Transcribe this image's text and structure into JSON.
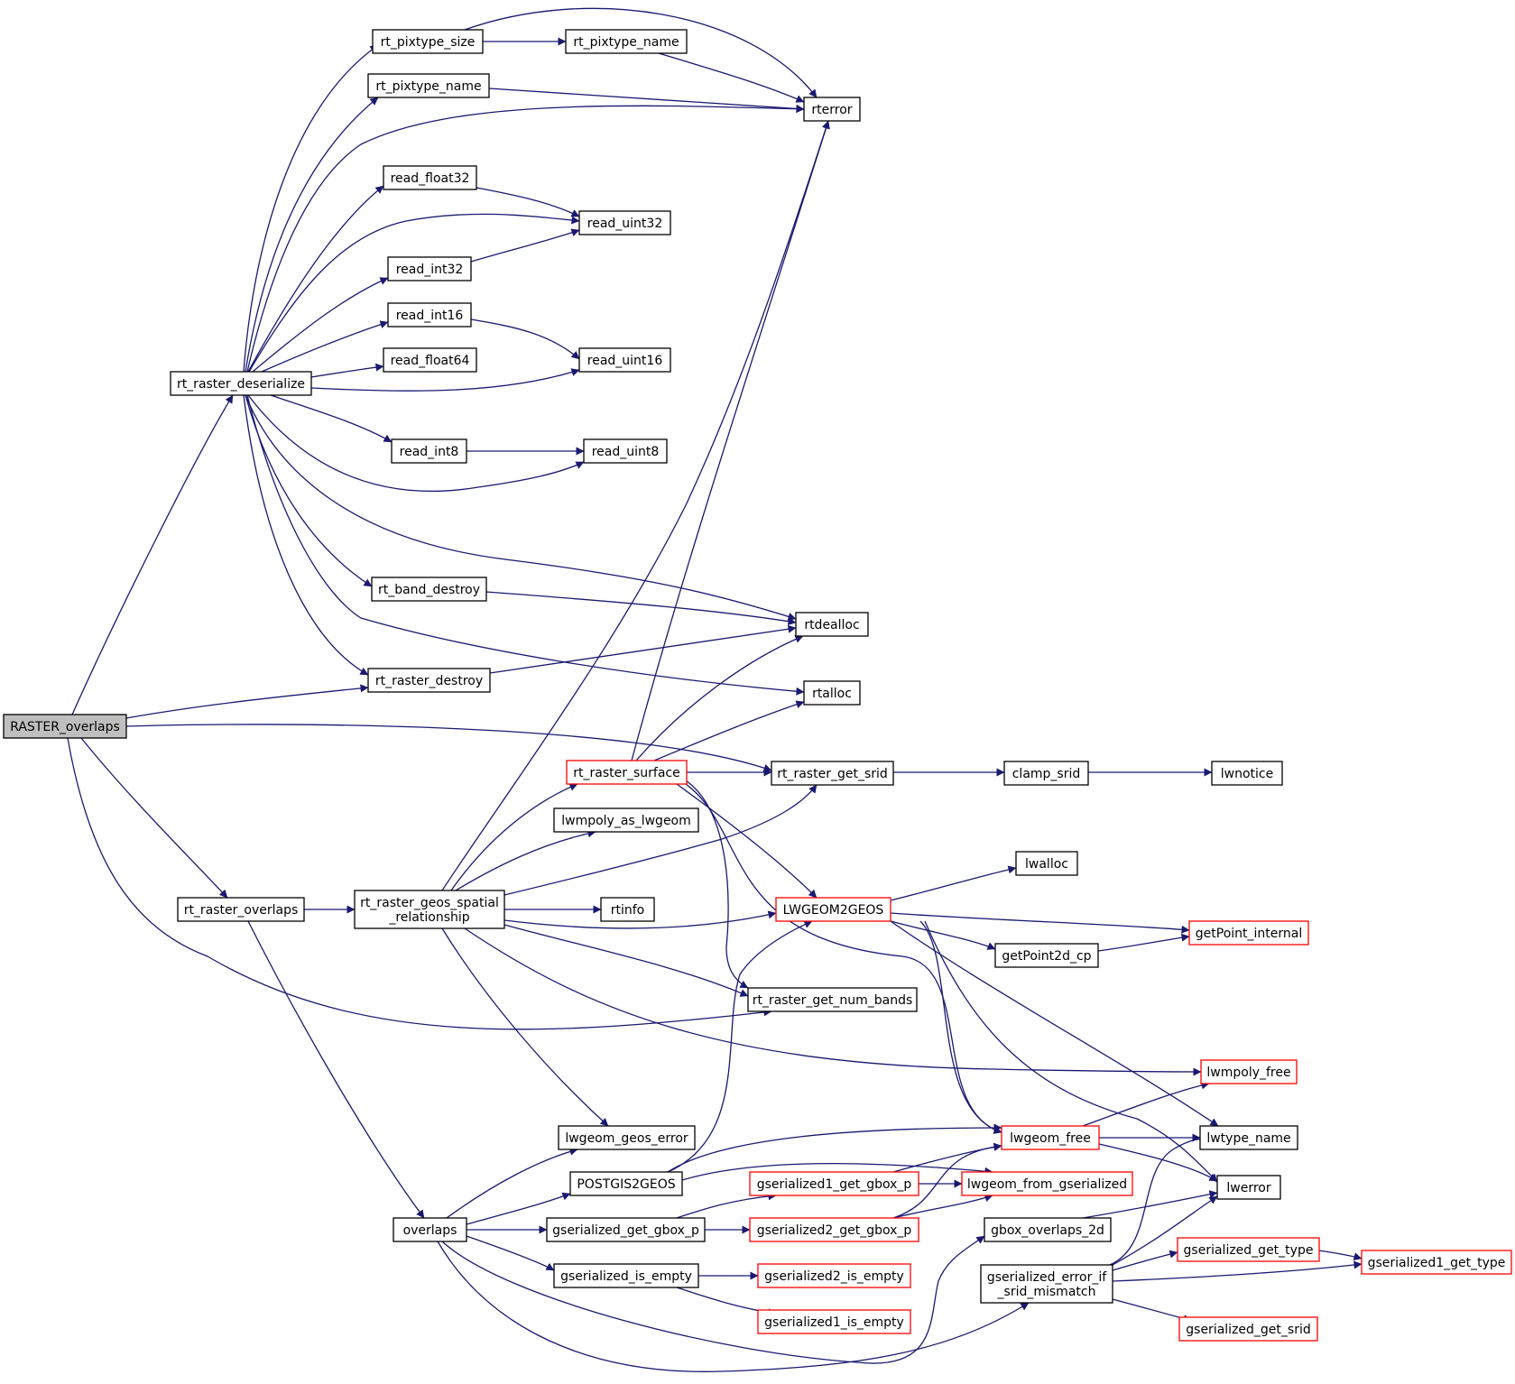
{
  "colors": {
    "edge": "#191970",
    "node_border": "#000000",
    "node_border_truncated": "#ff0000",
    "root_fill": "#bfbfbf",
    "node_fill": "#ffffff",
    "text": "#000000"
  },
  "nodes": [
    {
      "id": "RASTER_overlaps",
      "lines": [
        "RASTER_overlaps"
      ],
      "root": true
    },
    {
      "id": "rt_raster_deserialize",
      "lines": [
        "rt_raster_deserialize"
      ]
    },
    {
      "id": "rt_raster_destroy",
      "lines": [
        "rt_raster_destroy"
      ]
    },
    {
      "id": "rt_raster_get_srid",
      "lines": [
        "rt_raster_get_srid"
      ]
    },
    {
      "id": "rt_raster_overlaps",
      "lines": [
        "rt_raster_overlaps"
      ]
    },
    {
      "id": "rt_raster_get_num_bands",
      "lines": [
        "rt_raster_get_num_bands"
      ]
    },
    {
      "id": "rt_pixtype_size",
      "lines": [
        "rt_pixtype_size"
      ]
    },
    {
      "id": "rt_pixtype_name_a",
      "lines": [
        "rt_pixtype_name"
      ]
    },
    {
      "id": "rt_pixtype_name_b",
      "lines": [
        "rt_pixtype_name"
      ]
    },
    {
      "id": "rterror",
      "lines": [
        "rterror"
      ]
    },
    {
      "id": "read_float32",
      "lines": [
        "read_float32"
      ]
    },
    {
      "id": "read_uint32",
      "lines": [
        "read_uint32"
      ]
    },
    {
      "id": "read_int32",
      "lines": [
        "read_int32"
      ]
    },
    {
      "id": "read_int16",
      "lines": [
        "read_int16"
      ]
    },
    {
      "id": "read_uint16",
      "lines": [
        "read_uint16"
      ]
    },
    {
      "id": "read_float64",
      "lines": [
        "read_float64"
      ]
    },
    {
      "id": "read_int8",
      "lines": [
        "read_int8"
      ]
    },
    {
      "id": "read_uint8",
      "lines": [
        "read_uint8"
      ]
    },
    {
      "id": "rt_band_destroy",
      "lines": [
        "rt_band_destroy"
      ]
    },
    {
      "id": "rtdealloc",
      "lines": [
        "rtdealloc"
      ]
    },
    {
      "id": "rtalloc",
      "lines": [
        "rtalloc"
      ]
    },
    {
      "id": "rt_raster_surface",
      "lines": [
        "rt_raster_surface"
      ],
      "truncated": true
    },
    {
      "id": "clamp_srid",
      "lines": [
        "clamp_srid"
      ]
    },
    {
      "id": "lwnotice",
      "lines": [
        "lwnotice"
      ]
    },
    {
      "id": "lwmpoly_as_lwgeom",
      "lines": [
        "lwmpoly_as_lwgeom"
      ]
    },
    {
      "id": "lwalloc",
      "lines": [
        "lwalloc"
      ]
    },
    {
      "id": "rt_raster_geos_spatial_relationship",
      "lines": [
        "rt_raster_geos_spatial",
        "_relationship"
      ]
    },
    {
      "id": "rtinfo",
      "lines": [
        "rtinfo"
      ]
    },
    {
      "id": "LWGEOM2GEOS",
      "lines": [
        "LWGEOM2GEOS"
      ],
      "truncated": true
    },
    {
      "id": "getPoint_internal",
      "lines": [
        "getPoint_internal"
      ],
      "truncated": true
    },
    {
      "id": "getPoint2d_cp",
      "lines": [
        "getPoint2d_cp"
      ]
    },
    {
      "id": "lwmpoly_free",
      "lines": [
        "lwmpoly_free"
      ],
      "truncated": true
    },
    {
      "id": "lwgeom_geos_error",
      "lines": [
        "lwgeom_geos_error"
      ]
    },
    {
      "id": "lwgeom_free",
      "lines": [
        "lwgeom_free"
      ],
      "truncated": true
    },
    {
      "id": "lwtype_name",
      "lines": [
        "lwtype_name"
      ]
    },
    {
      "id": "POSTGIS2GEOS",
      "lines": [
        "POSTGIS2GEOS"
      ]
    },
    {
      "id": "gserialized1_get_gbox_p",
      "lines": [
        "gserialized1_get_gbox_p"
      ],
      "truncated": true
    },
    {
      "id": "lwgeom_from_gserialized",
      "lines": [
        "lwgeom_from_gserialized"
      ],
      "truncated": true
    },
    {
      "id": "lwerror",
      "lines": [
        "lwerror"
      ]
    },
    {
      "id": "overlaps",
      "lines": [
        "overlaps"
      ]
    },
    {
      "id": "gserialized_get_gbox_p",
      "lines": [
        "gserialized_get_gbox_p"
      ]
    },
    {
      "id": "gserialized2_get_gbox_p",
      "lines": [
        "gserialized2_get_gbox_p"
      ],
      "truncated": true
    },
    {
      "id": "gbox_overlaps_2d",
      "lines": [
        "gbox_overlaps_2d"
      ]
    },
    {
      "id": "gserialized_get_type",
      "lines": [
        "gserialized_get_type"
      ],
      "truncated": true
    },
    {
      "id": "gserialized1_get_type",
      "lines": [
        "gserialized1_get_type"
      ],
      "truncated": true
    },
    {
      "id": "gserialized_is_empty",
      "lines": [
        "gserialized_is_empty"
      ]
    },
    {
      "id": "gserialized2_is_empty",
      "lines": [
        "gserialized2_is_empty"
      ],
      "truncated": true
    },
    {
      "id": "gserialized_error_if_srid_mismatch",
      "lines": [
        "gserialized_error_if",
        "_srid_mismatch"
      ]
    },
    {
      "id": "gserialized1_is_empty",
      "lines": [
        "gserialized1_is_empty"
      ],
      "truncated": true
    },
    {
      "id": "gserialized_get_srid",
      "lines": [
        "gserialized_get_srid"
      ],
      "truncated": true
    }
  ],
  "edges": [
    [
      "RASTER_overlaps",
      "rt_raster_deserialize"
    ],
    [
      "RASTER_overlaps",
      "rt_raster_destroy"
    ],
    [
      "RASTER_overlaps",
      "rt_raster_get_srid"
    ],
    [
      "RASTER_overlaps",
      "rt_raster_overlaps"
    ],
    [
      "RASTER_overlaps",
      "rt_raster_get_num_bands"
    ],
    [
      "rt_raster_deserialize",
      "rt_pixtype_size"
    ],
    [
      "rt_raster_deserialize",
      "rt_pixtype_name_b"
    ],
    [
      "rt_raster_deserialize",
      "rterror"
    ],
    [
      "rt_raster_deserialize",
      "read_float32"
    ],
    [
      "rt_raster_deserialize",
      "read_uint32"
    ],
    [
      "rt_raster_deserialize",
      "read_int32"
    ],
    [
      "rt_raster_deserialize",
      "read_int16"
    ],
    [
      "rt_raster_deserialize",
      "read_float64"
    ],
    [
      "rt_raster_deserialize",
      "read_uint16"
    ],
    [
      "rt_raster_deserialize",
      "read_int8"
    ],
    [
      "rt_raster_deserialize",
      "read_uint8"
    ],
    [
      "rt_raster_deserialize",
      "rtdealloc"
    ],
    [
      "rt_raster_deserialize",
      "rt_band_destroy"
    ],
    [
      "rt_raster_deserialize",
      "rtalloc"
    ],
    [
      "rt_raster_deserialize",
      "rt_raster_destroy"
    ],
    [
      "rt_pixtype_size",
      "rt_pixtype_name_a"
    ],
    [
      "rt_pixtype_size",
      "rterror"
    ],
    [
      "rt_pixtype_name_a",
      "rterror"
    ],
    [
      "rt_pixtype_name_b",
      "rterror"
    ],
    [
      "read_float32",
      "read_uint32"
    ],
    [
      "read_int32",
      "read_uint32"
    ],
    [
      "read_int16",
      "read_uint16"
    ],
    [
      "read_int8",
      "read_uint8"
    ],
    [
      "rt_band_destroy",
      "rtdealloc"
    ],
    [
      "rt_raster_destroy",
      "rtdealloc"
    ],
    [
      "rt_raster_overlaps",
      "rt_raster_geos_spatial_relationship"
    ],
    [
      "rt_raster_overlaps",
      "overlaps"
    ],
    [
      "rt_raster_geos_spatial_relationship",
      "rterror"
    ],
    [
      "rt_raster_geos_spatial_relationship",
      "rt_raster_surface"
    ],
    [
      "rt_raster_geos_spatial_relationship",
      "lwmpoly_as_lwgeom"
    ],
    [
      "rt_raster_geos_spatial_relationship",
      "rt_raster_get_srid"
    ],
    [
      "rt_raster_geos_spatial_relationship",
      "rtinfo"
    ],
    [
      "rt_raster_geos_spatial_relationship",
      "LWGEOM2GEOS"
    ],
    [
      "rt_raster_geos_spatial_relationship",
      "rt_raster_get_num_bands"
    ],
    [
      "rt_raster_geos_spatial_relationship",
      "lwmpoly_free"
    ],
    [
      "rt_raster_geos_spatial_relationship",
      "lwgeom_geos_error"
    ],
    [
      "rt_raster_surface",
      "rterror"
    ],
    [
      "rt_raster_surface",
      "rtdealloc"
    ],
    [
      "rt_raster_surface",
      "rtalloc"
    ],
    [
      "rt_raster_surface",
      "rt_raster_get_srid"
    ],
    [
      "rt_raster_surface",
      "LWGEOM2GEOS"
    ],
    [
      "rt_raster_surface",
      "rt_raster_get_num_bands"
    ],
    [
      "rt_raster_surface",
      "lwgeom_free"
    ],
    [
      "rt_raster_get_srid",
      "clamp_srid"
    ],
    [
      "clamp_srid",
      "lwnotice"
    ],
    [
      "LWGEOM2GEOS",
      "lwalloc"
    ],
    [
      "LWGEOM2GEOS",
      "getPoint_internal"
    ],
    [
      "LWGEOM2GEOS",
      "getPoint2d_cp"
    ],
    [
      "LWGEOM2GEOS",
      "lwgeom_free"
    ],
    [
      "LWGEOM2GEOS",
      "lwtype_name"
    ],
    [
      "LWGEOM2GEOS",
      "lwerror"
    ],
    [
      "getPoint2d_cp",
      "getPoint_internal"
    ],
    [
      "lwgeom_free",
      "lwmpoly_free"
    ],
    [
      "lwgeom_free",
      "lwtype_name"
    ],
    [
      "lwgeom_free",
      "lwerror"
    ],
    [
      "overlaps",
      "lwgeom_geos_error"
    ],
    [
      "overlaps",
      "POSTGIS2GEOS"
    ],
    [
      "overlaps",
      "gserialized_get_gbox_p"
    ],
    [
      "overlaps",
      "gserialized_is_empty"
    ],
    [
      "overlaps",
      "gbox_overlaps_2d"
    ],
    [
      "overlaps",
      "gserialized_error_if_srid_mismatch"
    ],
    [
      "POSTGIS2GEOS",
      "LWGEOM2GEOS"
    ],
    [
      "POSTGIS2GEOS",
      "lwgeom_free"
    ],
    [
      "POSTGIS2GEOS",
      "lwgeom_from_gserialized"
    ],
    [
      "gserialized_get_gbox_p",
      "gserialized1_get_gbox_p"
    ],
    [
      "gserialized_get_gbox_p",
      "gserialized2_get_gbox_p"
    ],
    [
      "gserialized1_get_gbox_p",
      "lwgeom_free"
    ],
    [
      "gserialized1_get_gbox_p",
      "lwgeom_from_gserialized"
    ],
    [
      "gserialized2_get_gbox_p",
      "lwgeom_free"
    ],
    [
      "gserialized2_get_gbox_p",
      "lwgeom_from_gserialized"
    ],
    [
      "gserialized_is_empty",
      "gserialized2_is_empty"
    ],
    [
      "gserialized_is_empty",
      "gserialized1_is_empty"
    ],
    [
      "gbox_overlaps_2d",
      "lwerror"
    ],
    [
      "gserialized_error_if_srid_mismatch",
      "lwtype_name"
    ],
    [
      "gserialized_error_if_srid_mismatch",
      "lwerror"
    ],
    [
      "gserialized_error_if_srid_mismatch",
      "gserialized_get_type"
    ],
    [
      "gserialized_error_if_srid_mismatch",
      "gserialized1_get_type"
    ],
    [
      "gserialized_error_if_srid_mismatch",
      "gserialized_get_srid"
    ],
    [
      "gserialized_get_type",
      "gserialized1_get_type"
    ]
  ]
}
